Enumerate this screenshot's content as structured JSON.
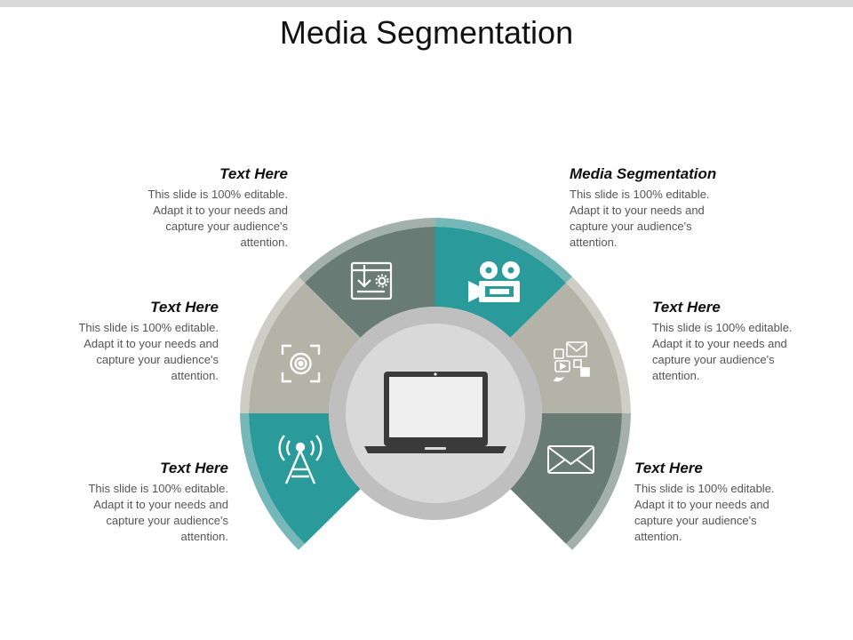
{
  "title": "Media Segmentation",
  "segments": [
    {
      "heading": "Text Here",
      "body": "This slide is 100% editable. Adapt it to your needs and capture your audience's attention.",
      "icon": "download-settings-icon"
    },
    {
      "heading": "Media Segmentation",
      "body": "This slide is 100% editable. Adapt it to your needs and capture your audience's attention.",
      "icon": "video-camera-icon"
    },
    {
      "heading": "Text Here",
      "body": "This slide is 100% editable. Adapt it to your needs and capture your audience's attention.",
      "icon": "focus-target-icon"
    },
    {
      "heading": "Text Here",
      "body": "This slide is 100% editable. Adapt it to your needs and capture your audience's attention.",
      "icon": "social-media-icon"
    },
    {
      "heading": "Text Here",
      "body": "This slide is 100% editable. Adapt it to your needs and capture your audience's attention.",
      "icon": "broadcast-tower-icon"
    },
    {
      "heading": "Text Here",
      "body": "This slide is 100% editable. Adapt it to your needs and capture your audience's attention.",
      "icon": "envelope-icon"
    }
  ],
  "center_icon": "laptop-icon",
  "colors": {
    "teal": "#2b9a9a",
    "teal_rim": "#76b8b8",
    "slate": "#687b74",
    "slate_rim": "#a3b0ab",
    "khaki": "#b4b3a7",
    "khaki_rim": "#cfcec6",
    "center_ring": "#bfbfbf",
    "center_fill": "#d9d9d9"
  }
}
